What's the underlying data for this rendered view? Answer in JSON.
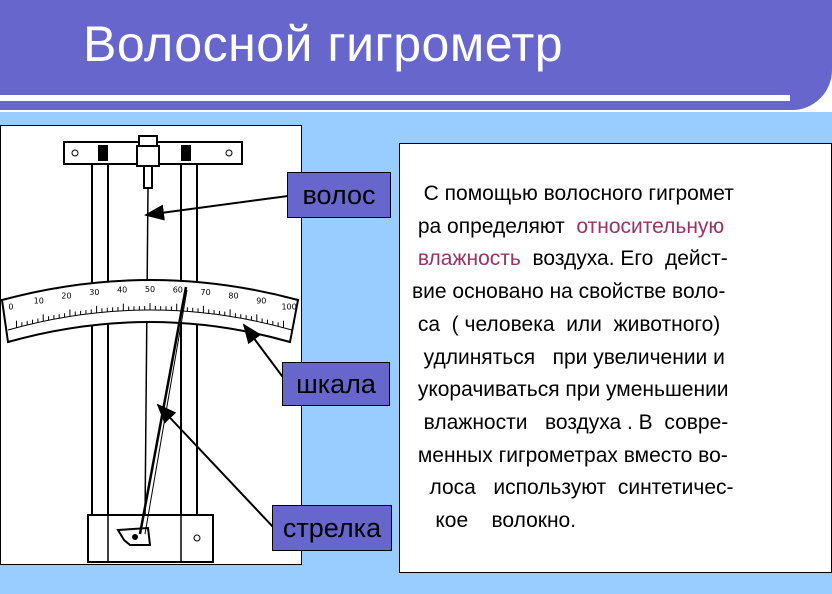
{
  "title": "Волосной гигрометр",
  "labels": {
    "hair": "волос",
    "scale": "шкала",
    "pointer": "стрелка"
  },
  "scale_ticks": [
    "0",
    "10",
    "20",
    "30",
    "40",
    "50",
    "60",
    "70",
    "80",
    "90",
    "100"
  ],
  "description": {
    "lines": [
      {
        "parts": [
          {
            "text": "  С помощью волосного гигромет"
          }
        ]
      },
      {
        "parts": [
          {
            "text": " ра определяют  "
          },
          {
            "text": "относительную",
            "highlight": true
          }
        ]
      },
      {
        "parts": [
          {
            "text": " влажность",
            "highlight": true
          },
          {
            "text": "  воздуха. Его  дейст-"
          }
        ]
      },
      {
        "parts": [
          {
            "text": "вие основано на свойстве воло-"
          }
        ]
      },
      {
        "parts": [
          {
            "text": " са  ( человека  или  животного)"
          }
        ]
      },
      {
        "parts": [
          {
            "text": "  удлиняться   при увеличении и"
          }
        ]
      },
      {
        "parts": [
          {
            "text": " укорачиваться при уменьшении"
          }
        ]
      },
      {
        "parts": [
          {
            "text": "  влажности   воздуха . В  совре-"
          }
        ]
      },
      {
        "parts": [
          {
            "text": " менных гигрометрах вместо во-"
          }
        ]
      },
      {
        "parts": [
          {
            "text": "   лоса   используют  синтетичес-"
          }
        ]
      },
      {
        "parts": [
          {
            "text": "    кое    волокно."
          }
        ]
      }
    ]
  },
  "colors": {
    "title_bar": "#6666cc",
    "background": "#99ccff",
    "label_box": "#6666cc",
    "highlight": "#993366"
  }
}
